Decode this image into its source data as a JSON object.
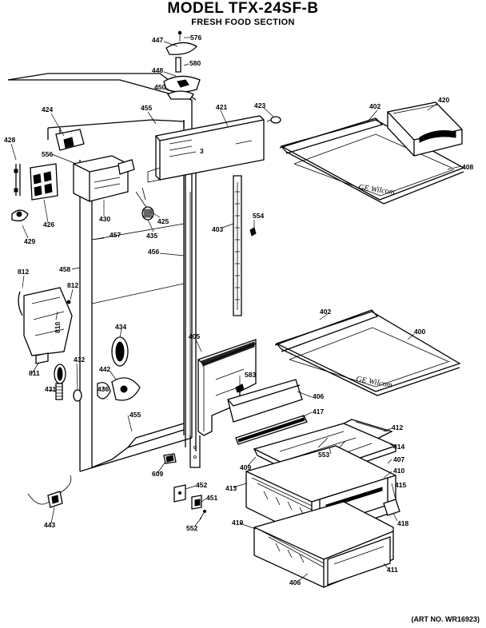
{
  "header": {
    "title": "MODEL TFX-24SF-B",
    "subtitle": "FRESH FOOD SECTION"
  },
  "footer": {
    "art_number": "(ART NO. WR16923)"
  },
  "part_labels": {
    "p447": "447",
    "p576": "576",
    "p448": "448",
    "p580": "580",
    "p450": "450",
    "p424": "424",
    "p455a": "455",
    "p421": "421",
    "p423": "423",
    "p402a": "402",
    "p420": "420",
    "p428": "428",
    "p556": "556",
    "p408": "408",
    "p426": "426",
    "p430": "430",
    "p425": "425",
    "p403": "403",
    "p554": "554",
    "p429": "429",
    "p457": "457",
    "p435": "435",
    "p456": "456",
    "p458": "458",
    "p812a": "812",
    "p812b": "812",
    "p810": "810",
    "p402b": "402",
    "p400": "400",
    "p434": "434",
    "p405": "405",
    "p811": "811",
    "p432": "432",
    "p442": "442",
    "p583": "583",
    "p431": "431",
    "p436": "436",
    "p406": "406",
    "p417": "417",
    "p412": "412",
    "p455b": "455",
    "p414": "414",
    "p409": "409",
    "p553": "553",
    "p407": "407",
    "p410": "410",
    "p609": "609",
    "p413": "413",
    "p415": "415",
    "p452": "452",
    "p451": "451",
    "p418": "418",
    "p443": "443",
    "p552": "552",
    "p419": "419",
    "p411": "411",
    "p406b": "406"
  },
  "shelf_script": "GE Wilcom"
}
